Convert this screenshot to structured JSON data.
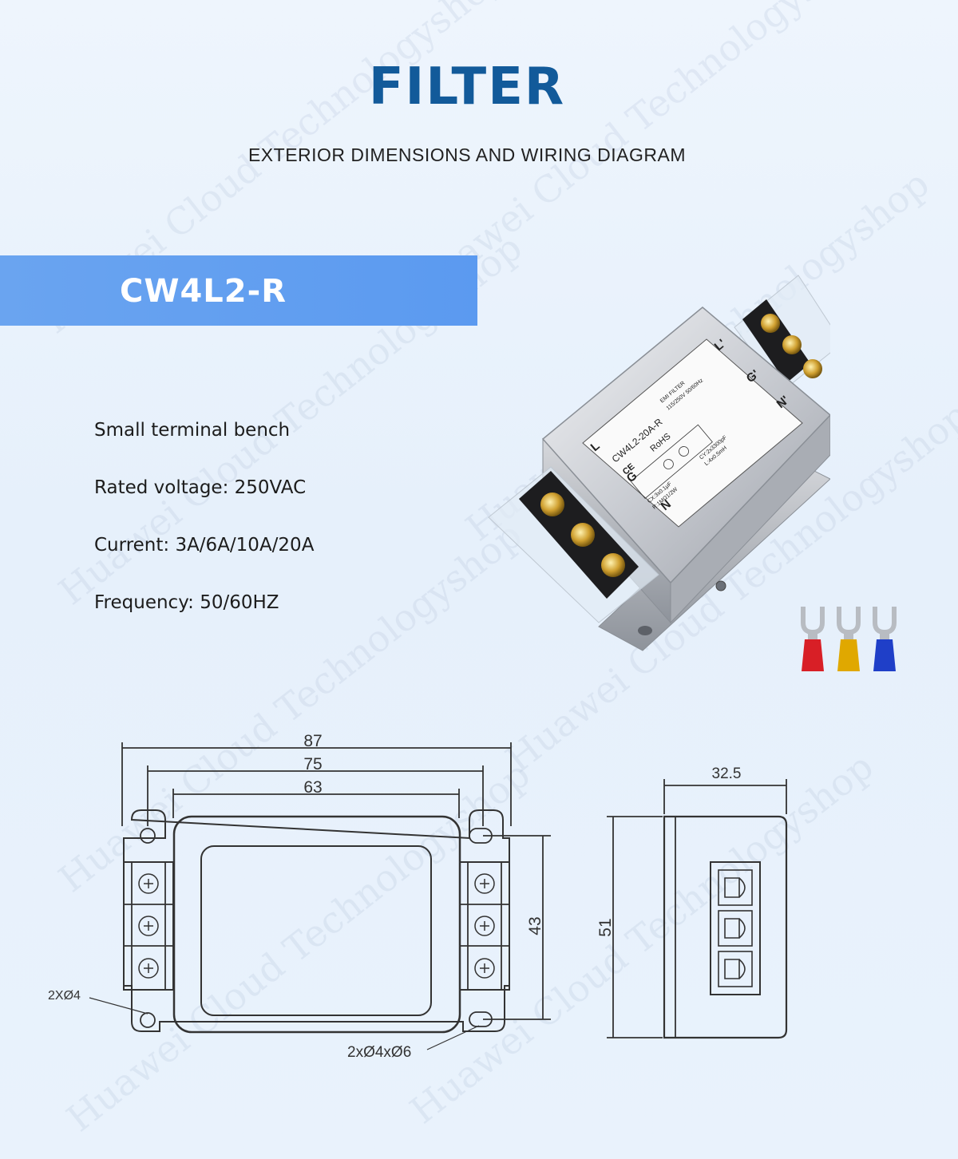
{
  "header": {
    "title": "FILTER",
    "subtitle": "EXTERIOR DIMENSIONS AND WIRING DIAGRAM"
  },
  "banner": {
    "model": "CW4L2-R"
  },
  "specs": [
    "Small terminal bench",
    "Rated voltage: 250VAC",
    "Current: 3A/6A/10A/20A",
    "Frequency: 50/60HZ"
  ],
  "product_label": {
    "model": "CW4L2-20A-R",
    "brand": "EMI FILTER",
    "rating": "115/250V 50/60Hz",
    "rohs": "RoHS",
    "ce": "CE",
    "cx": "CX:3x0.1μF",
    "r": "R:1MΩ1/2W",
    "cy": "CY:2x3300pF",
    "l": "L:4x0.5mH",
    "term_in": [
      "L",
      "G",
      "N"
    ],
    "term_out": [
      "L'",
      "G'",
      "N'"
    ]
  },
  "connectors": [
    {
      "color": "#d81f26"
    },
    {
      "color": "#e0a800"
    },
    {
      "color": "#1f3fc8"
    }
  ],
  "drawing": {
    "dim_87": "87",
    "dim_75": "75",
    "dim_63": "63",
    "dim_43": "43",
    "dim_51": "51",
    "dim_325": "32.5",
    "hole_note_left": "2XØ4",
    "hole_note_bottom": "2xØ4xØ6"
  },
  "watermark_text": "Huawei Cloud Technologyshop",
  "colors": {
    "title": "#125a9a",
    "banner": "#5b9af0"
  }
}
